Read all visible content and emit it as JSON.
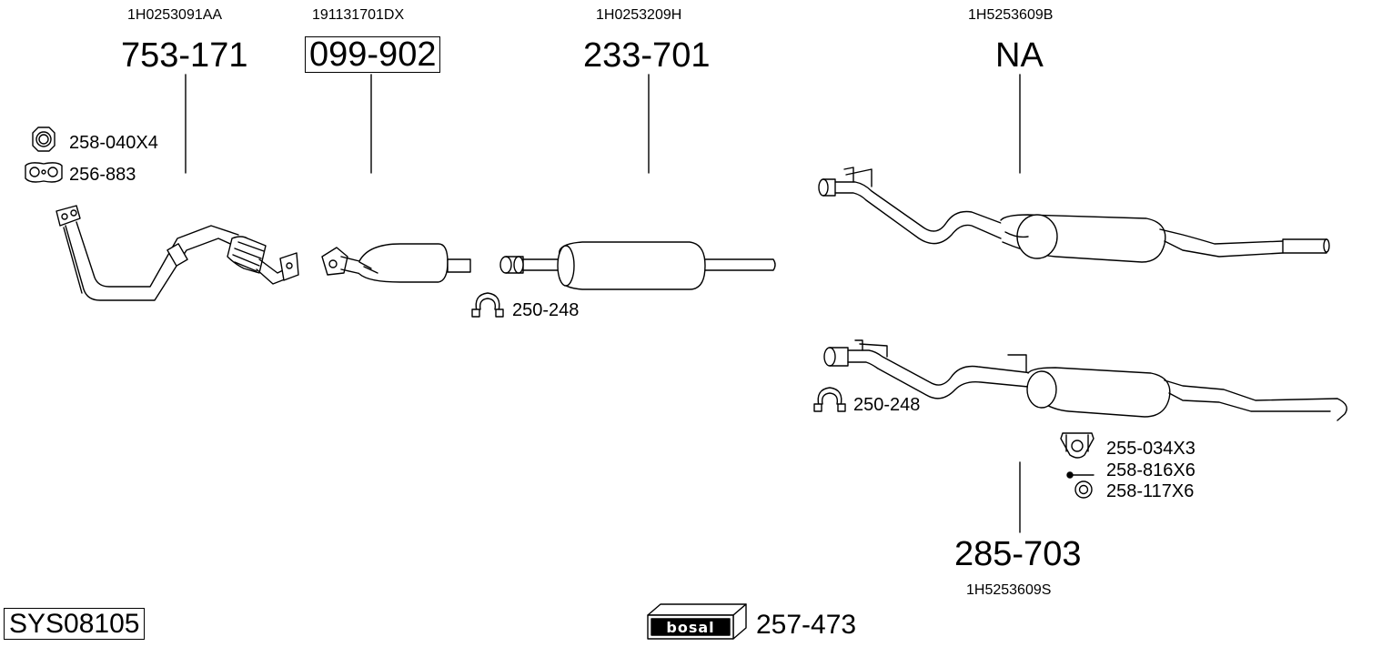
{
  "parts": [
    {
      "id": "front_pipe",
      "oem": "1H0253091AA",
      "number": "753-171"
    },
    {
      "id": "catalyst",
      "oem": "191131701DX",
      "number": "099-902"
    },
    {
      "id": "middle_silencer",
      "oem": "1H0253209H",
      "number": "233-701"
    },
    {
      "id": "rear_silencer_na",
      "oem": "1H5253609B",
      "number": "NA"
    },
    {
      "id": "rear_silencer",
      "oem": "1H5253609S",
      "number": "285-703"
    }
  ],
  "accessories": {
    "nut": "258-040X4",
    "gasket": "256-883",
    "clamp_middle": "250-248",
    "clamp_rear": "250-248",
    "hanger": "255-034X3",
    "bolt": "258-816X6",
    "washer": "258-117X6"
  },
  "system_code": "SYS08105",
  "brand": {
    "logo_text": "bosal",
    "kit_number": "257-473"
  }
}
